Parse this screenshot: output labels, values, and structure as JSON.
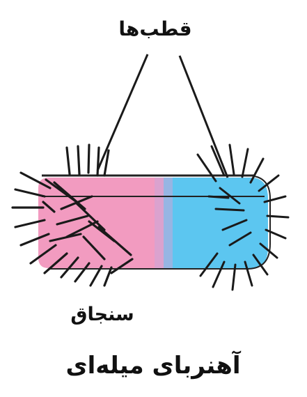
{
  "labels": {
    "poles": "قطب‌ها",
    "iron_filings": "سنجاق",
    "caption": "آهنربای میله‌ای"
  },
  "colors": {
    "south_half": "#f29bc0",
    "north_half": "#5cc6f0",
    "outline": "#222222",
    "filings": "#1a1a1a"
  }
}
